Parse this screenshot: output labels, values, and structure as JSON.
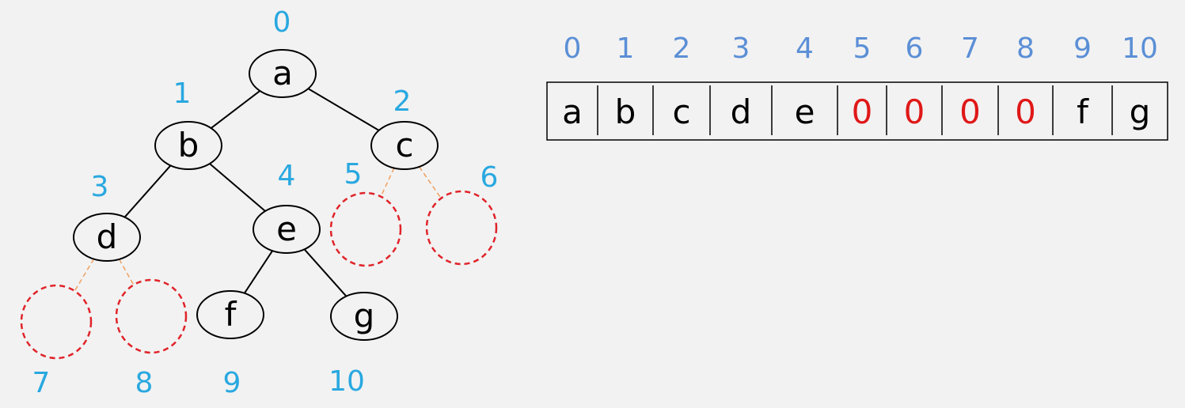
{
  "colors": {
    "background": "#f2f2f2",
    "tree_index": "#29a8e0",
    "array_index": "#5b8fd6",
    "null_stroke": "#e0242a",
    "null_link": "#f0a060",
    "null_value": "#e01818",
    "text": "#000000"
  },
  "tree": {
    "nodes": [
      {
        "index": "0",
        "label": "a",
        "type": "real"
      },
      {
        "index": "1",
        "label": "b",
        "type": "real"
      },
      {
        "index": "2",
        "label": "c",
        "type": "real"
      },
      {
        "index": "3",
        "label": "d",
        "type": "real"
      },
      {
        "index": "4",
        "label": "e",
        "type": "real"
      },
      {
        "index": "5",
        "label": "",
        "type": "null"
      },
      {
        "index": "6",
        "label": "",
        "type": "null"
      },
      {
        "index": "7",
        "label": "",
        "type": "null"
      },
      {
        "index": "8",
        "label": "",
        "type": "null"
      },
      {
        "index": "9",
        "label": "f",
        "type": "real"
      },
      {
        "index": "10",
        "label": "g",
        "type": "real"
      }
    ],
    "edges": [
      {
        "from": 0,
        "to": 1,
        "type": "real"
      },
      {
        "from": 0,
        "to": 2,
        "type": "real"
      },
      {
        "from": 1,
        "to": 3,
        "type": "real"
      },
      {
        "from": 1,
        "to": 4,
        "type": "real"
      },
      {
        "from": 2,
        "to": 5,
        "type": "null"
      },
      {
        "from": 2,
        "to": 6,
        "type": "null"
      },
      {
        "from": 3,
        "to": 7,
        "type": "null"
      },
      {
        "from": 3,
        "to": 8,
        "type": "null"
      },
      {
        "from": 4,
        "to": 9,
        "type": "real"
      },
      {
        "from": 4,
        "to": 10,
        "type": "real"
      }
    ]
  },
  "array": {
    "indices": [
      "0",
      "1",
      "2",
      "3",
      "4",
      "5",
      "6",
      "7",
      "8",
      "9",
      "10"
    ],
    "cells": [
      {
        "value": "a",
        "null": false
      },
      {
        "value": "b",
        "null": false
      },
      {
        "value": "c",
        "null": false
      },
      {
        "value": "d",
        "null": false
      },
      {
        "value": "e",
        "null": false
      },
      {
        "value": "0",
        "null": true
      },
      {
        "value": "0",
        "null": true
      },
      {
        "value": "0",
        "null": true
      },
      {
        "value": "0",
        "null": true
      },
      {
        "value": "f",
        "null": false
      },
      {
        "value": "g",
        "null": false
      }
    ]
  }
}
